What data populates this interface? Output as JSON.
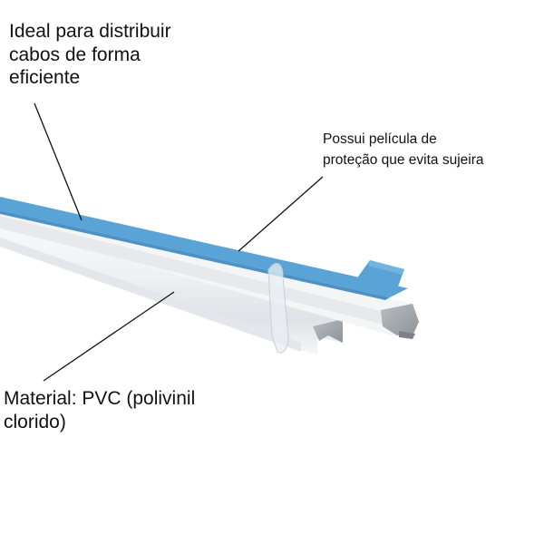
{
  "callouts": {
    "top_left": {
      "lines": [
        "Ideal para distribuir",
        "cabos de forma",
        "eficiente"
      ]
    },
    "top_right": {
      "lines": [
        "Possui película de",
        "proteção que evita sujeira"
      ]
    },
    "bottom_left": {
      "lines": [
        "Material: PVC (polivinil",
        "clorido)"
      ]
    }
  },
  "colors": {
    "tape_blue": "#5aa3d6",
    "pvc_white": "#f2f3f5",
    "pvc_shadow": "#c9ccd2",
    "leader_line": "#111111"
  }
}
